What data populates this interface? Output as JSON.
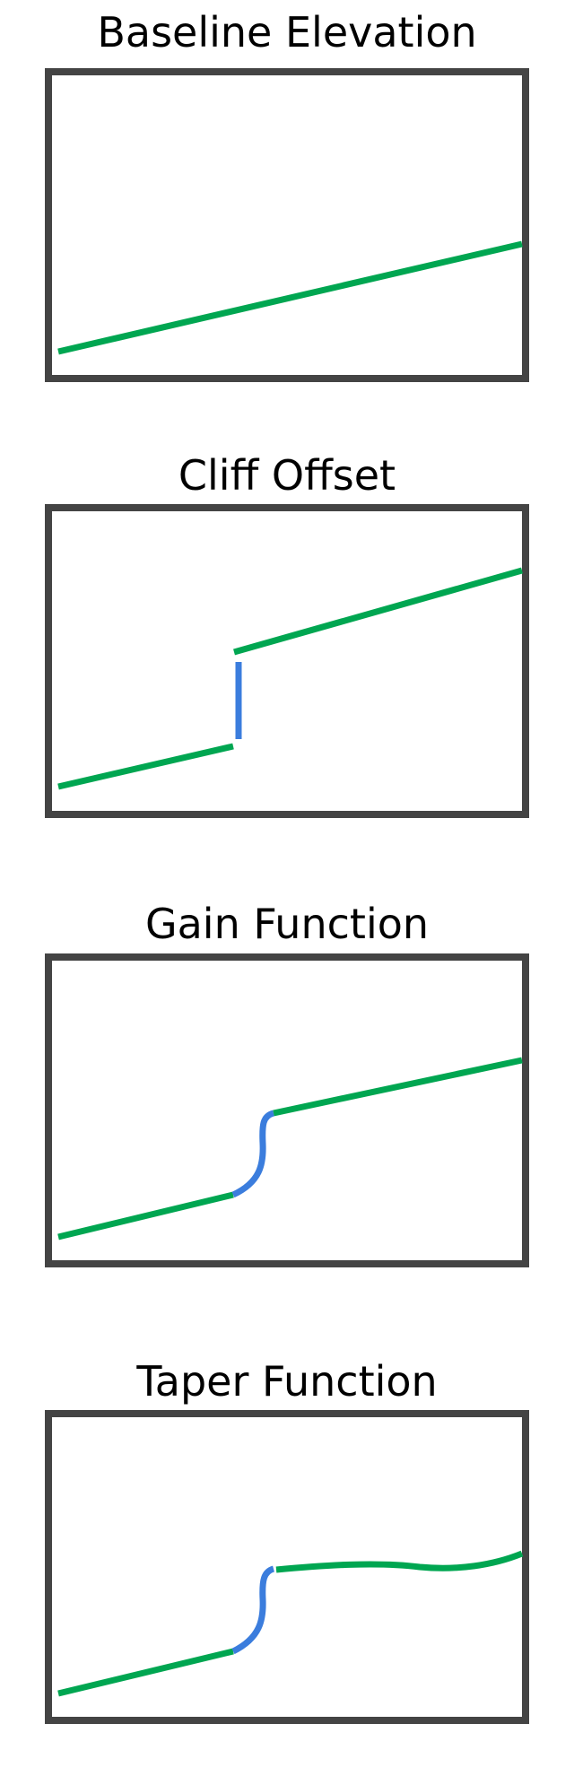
{
  "panels": [
    {
      "id": "baseline",
      "title": "Baseline Elevation"
    },
    {
      "id": "cliff",
      "title": "Cliff Offset"
    },
    {
      "id": "gain",
      "title": "Gain Function"
    },
    {
      "id": "taper",
      "title": "Taper Function"
    }
  ],
  "colors": {
    "frame": "#444444",
    "line": "#00a651",
    "transition": "#3b7ddd"
  }
}
